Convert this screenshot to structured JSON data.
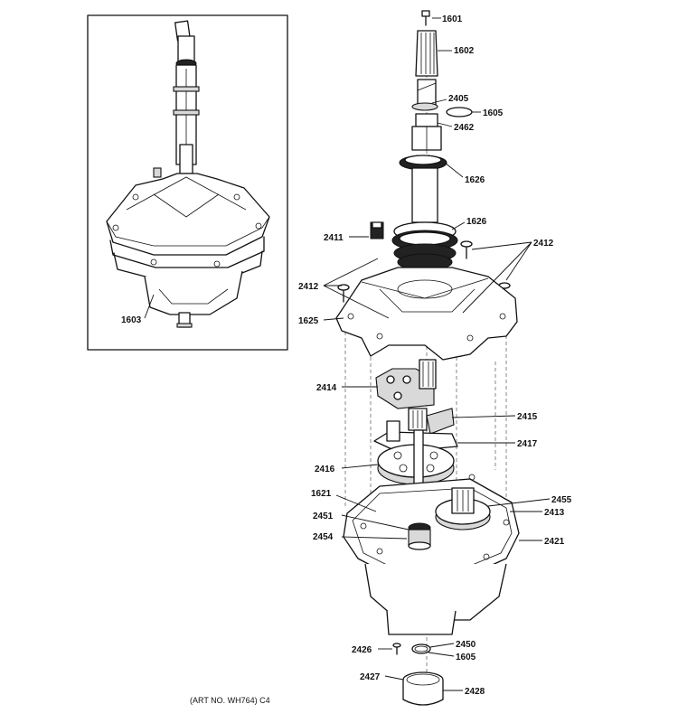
{
  "diagram": {
    "art_number": "(ART NO. WH764) C4",
    "labels": [
      {
        "id": "l1601a",
        "text": "1601"
      },
      {
        "id": "l1602",
        "text": "1602"
      },
      {
        "id": "l2405",
        "text": "2405"
      },
      {
        "id": "l1605a",
        "text": "1605"
      },
      {
        "id": "l2462",
        "text": "2462"
      },
      {
        "id": "l1626a",
        "text": "1626"
      },
      {
        "id": "l1626b",
        "text": "1626"
      },
      {
        "id": "l2411",
        "text": "2411"
      },
      {
        "id": "l2412a",
        "text": "2412"
      },
      {
        "id": "l2412b",
        "text": "2412"
      },
      {
        "id": "l1625",
        "text": "1625"
      },
      {
        "id": "l1603",
        "text": "1603"
      },
      {
        "id": "l2414",
        "text": "2414"
      },
      {
        "id": "l2415",
        "text": "2415"
      },
      {
        "id": "l2417",
        "text": "2417"
      },
      {
        "id": "l2416",
        "text": "2416"
      },
      {
        "id": "l1621",
        "text": "1621"
      },
      {
        "id": "l2455",
        "text": "2455"
      },
      {
        "id": "l2451",
        "text": "2451"
      },
      {
        "id": "l2413",
        "text": "2413"
      },
      {
        "id": "l2454",
        "text": "2454"
      },
      {
        "id": "l2421",
        "text": "2421"
      },
      {
        "id": "l2450",
        "text": "2450"
      },
      {
        "id": "l2426",
        "text": "2426"
      },
      {
        "id": "l1605b",
        "text": "1605"
      },
      {
        "id": "l2427",
        "text": "2427"
      },
      {
        "id": "l2428",
        "text": "2428"
      }
    ]
  }
}
